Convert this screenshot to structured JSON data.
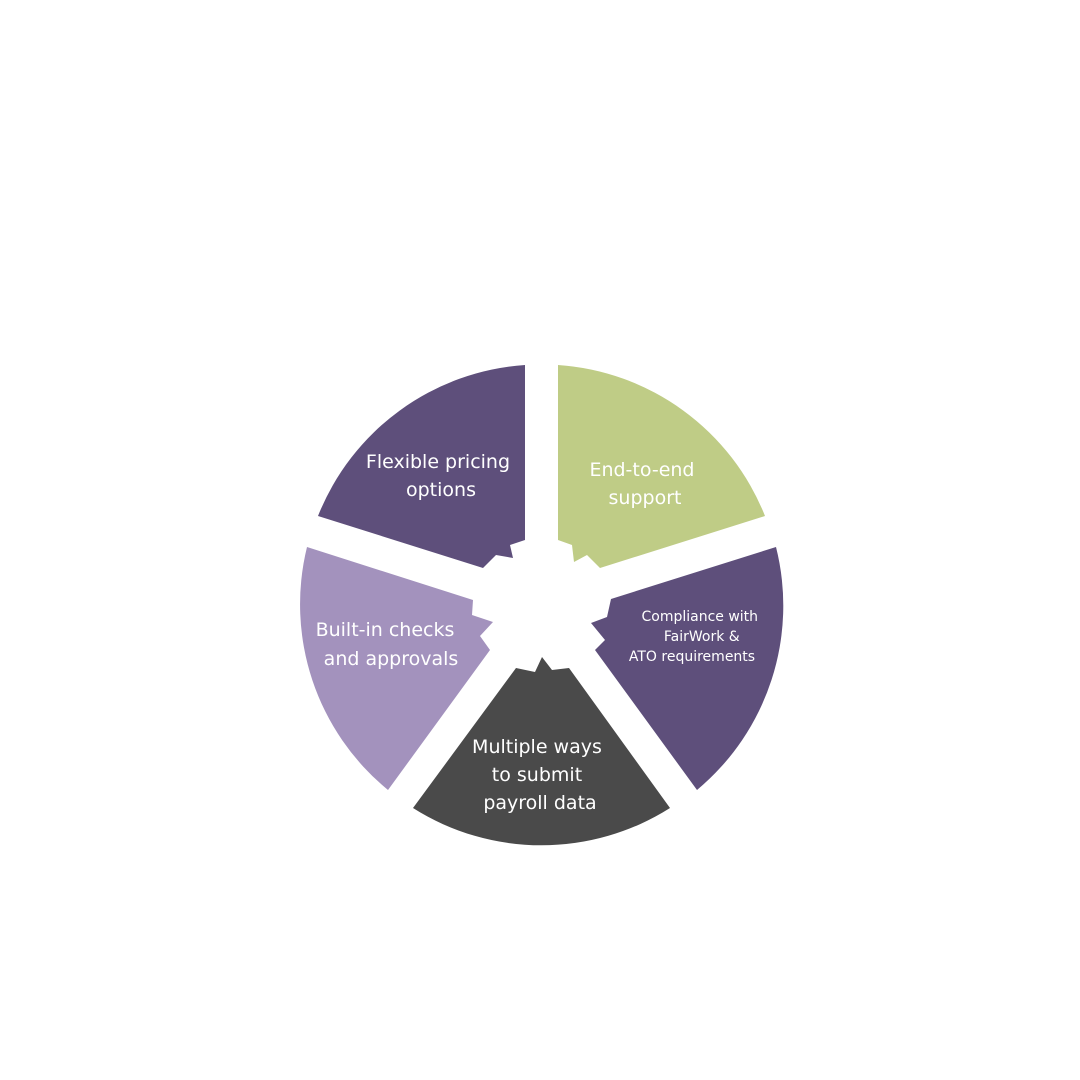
{
  "diagram": {
    "segments": [
      {
        "key": "pricing",
        "lines": [
          "Flexible pricing",
          "options"
        ],
        "color": "#5e4f7b"
      },
      {
        "key": "support",
        "lines": [
          "End-to-end",
          "support"
        ],
        "color": "#bfcc86"
      },
      {
        "key": "compliance",
        "lines": [
          "Compliance with",
          "FairWork &",
          "ATO requirements"
        ],
        "color": "#5e4f7b"
      },
      {
        "key": "submit",
        "lines": [
          "Multiple ways",
          "to submit",
          "payroll data"
        ],
        "color": "#4a4a4a"
      },
      {
        "key": "checks",
        "lines": [
          "Built-in checks",
          "and approvals"
        ],
        "color": "#a392bd"
      }
    ]
  }
}
